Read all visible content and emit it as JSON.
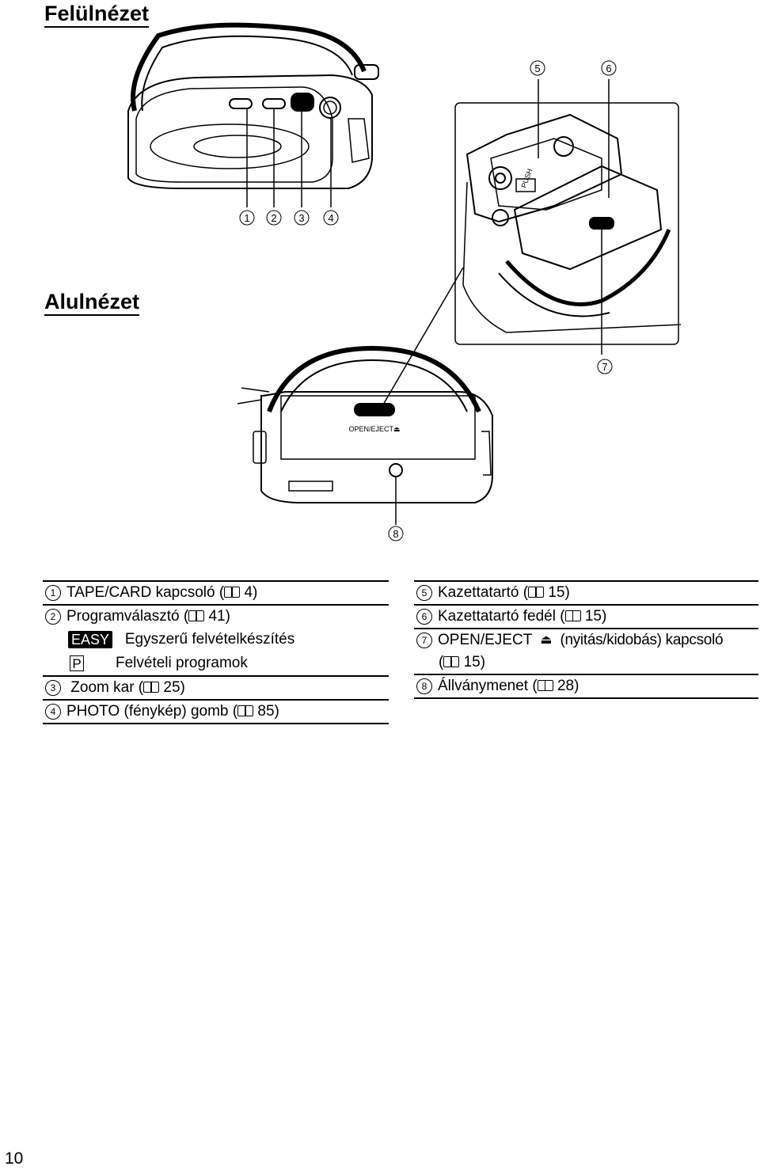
{
  "headings": {
    "top_view": "Felülnézet",
    "bottom_view": "Alulnézet"
  },
  "illustration_text": {
    "callouts_top": [
      "1",
      "2",
      "3",
      "4"
    ],
    "callouts_side": [
      "5",
      "6",
      "7"
    ],
    "callout_bottom": "8",
    "open_eject_label": "OPEN/EJECT⏏",
    "push_label": "PUSH"
  },
  "legend_left": {
    "item1": {
      "num": "1",
      "text": "TAPE/CARD kapcsoló (",
      "ref": "4)"
    },
    "item2": {
      "num": "2",
      "text": "Programválasztó (",
      "ref": "41)"
    },
    "item2_easy": {
      "icon": "EASY",
      "text": "Egyszerű felvételkészítés"
    },
    "item2_p": {
      "icon": "P",
      "text": "Felvételi programok"
    },
    "item3": {
      "num": "3",
      "text": " Zoom kar (",
      "ref": "25)"
    },
    "item4": {
      "num": "4",
      "text": "PHOTO (fénykép) gomb (",
      "ref": "85)"
    }
  },
  "legend_right": {
    "item5": {
      "num": "5",
      "text": "Kazettatartó (",
      "ref": "15)"
    },
    "item6": {
      "num": "6",
      "text": "Kazettatartó fedél (",
      "ref": "15)"
    },
    "item7": {
      "num": "7",
      "text": "OPEN/EJECT",
      "text2": "(nyitás/kidobás) kapcsoló",
      "cont_open": "(",
      "ref": "15)"
    },
    "item8": {
      "num": "8",
      "text": "Állványmenet (",
      "ref": "28)"
    }
  },
  "page_number": "10"
}
